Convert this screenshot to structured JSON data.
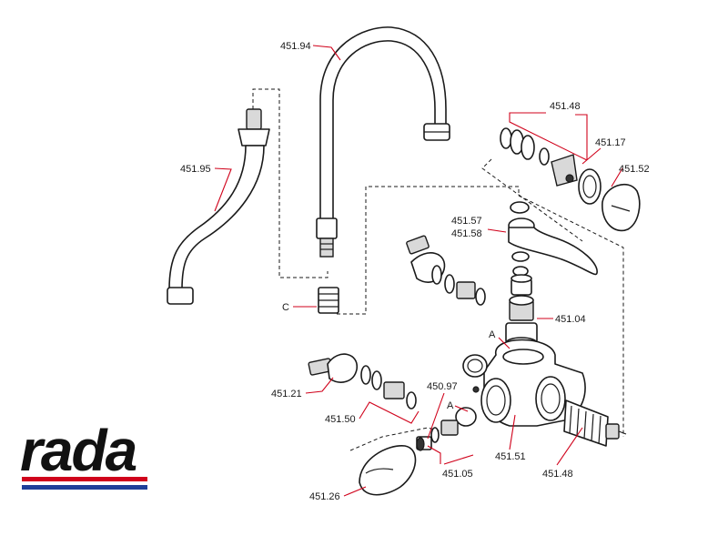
{
  "logo": {
    "text": "rada",
    "stripe_top_color": "#d0021b",
    "stripe_bottom_color": "#1f3f99"
  },
  "colors": {
    "leader": "#d0021b",
    "line": "#1a1a1a"
  },
  "callouts": {
    "spout": "451.94",
    "outlet_pipe": "451.95",
    "cartridge_kit_top": "451.48",
    "ring": "451.17",
    "knob": "451.52",
    "lever_a": "451.57",
    "lever_b": "451.58",
    "adapter": "C",
    "spindle": "451.04",
    "ref_a_top": "A",
    "handle_left": "451.21",
    "seal_kit": "451.50",
    "check_valve": "450.97",
    "ref_a_bottom": "A",
    "body": "451.51",
    "cartridge": "451.48",
    "seal_kit_lower": "451.05",
    "cap": "451.26"
  }
}
